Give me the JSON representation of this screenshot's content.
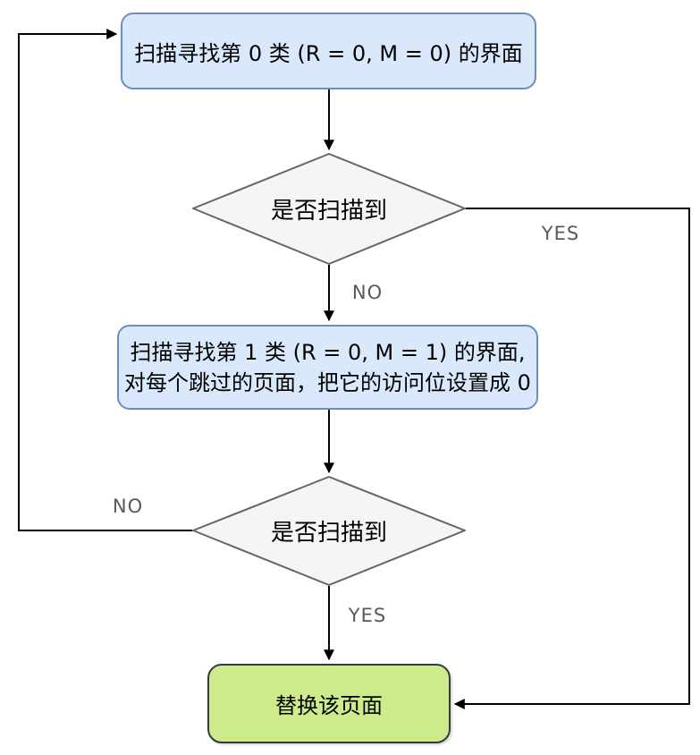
{
  "diagram": {
    "type": "flowchart",
    "nodes": {
      "scan_class0": {
        "label": "扫描寻找第 0 类 (R = 0, M = 0) 的界面"
      },
      "decision_found1": {
        "label": "是否扫描到"
      },
      "scan_class1": {
        "label": "扫描寻找第 1 类 (R = 0, M = 1) 的界面,\n对每个跳过的页面，把它的访问位设置成 0"
      },
      "decision_found2": {
        "label": "是否扫描到"
      },
      "replace_page": {
        "label": "替换该页面"
      }
    },
    "edge_labels": {
      "decision1_no": "NO",
      "decision1_yes": "YES",
      "decision2_no": "NO",
      "decision2_yes": "YES"
    },
    "colors": {
      "process_fill": "#dae8fc",
      "process_border": "#6c8ebf",
      "decision_fill": "#f5f5f5",
      "decision_border": "#666666",
      "terminal_fill": "#cdeb8b",
      "terminal_border": "#36393d",
      "edge_line": "#000000",
      "edge_label_text": "#595959"
    }
  }
}
